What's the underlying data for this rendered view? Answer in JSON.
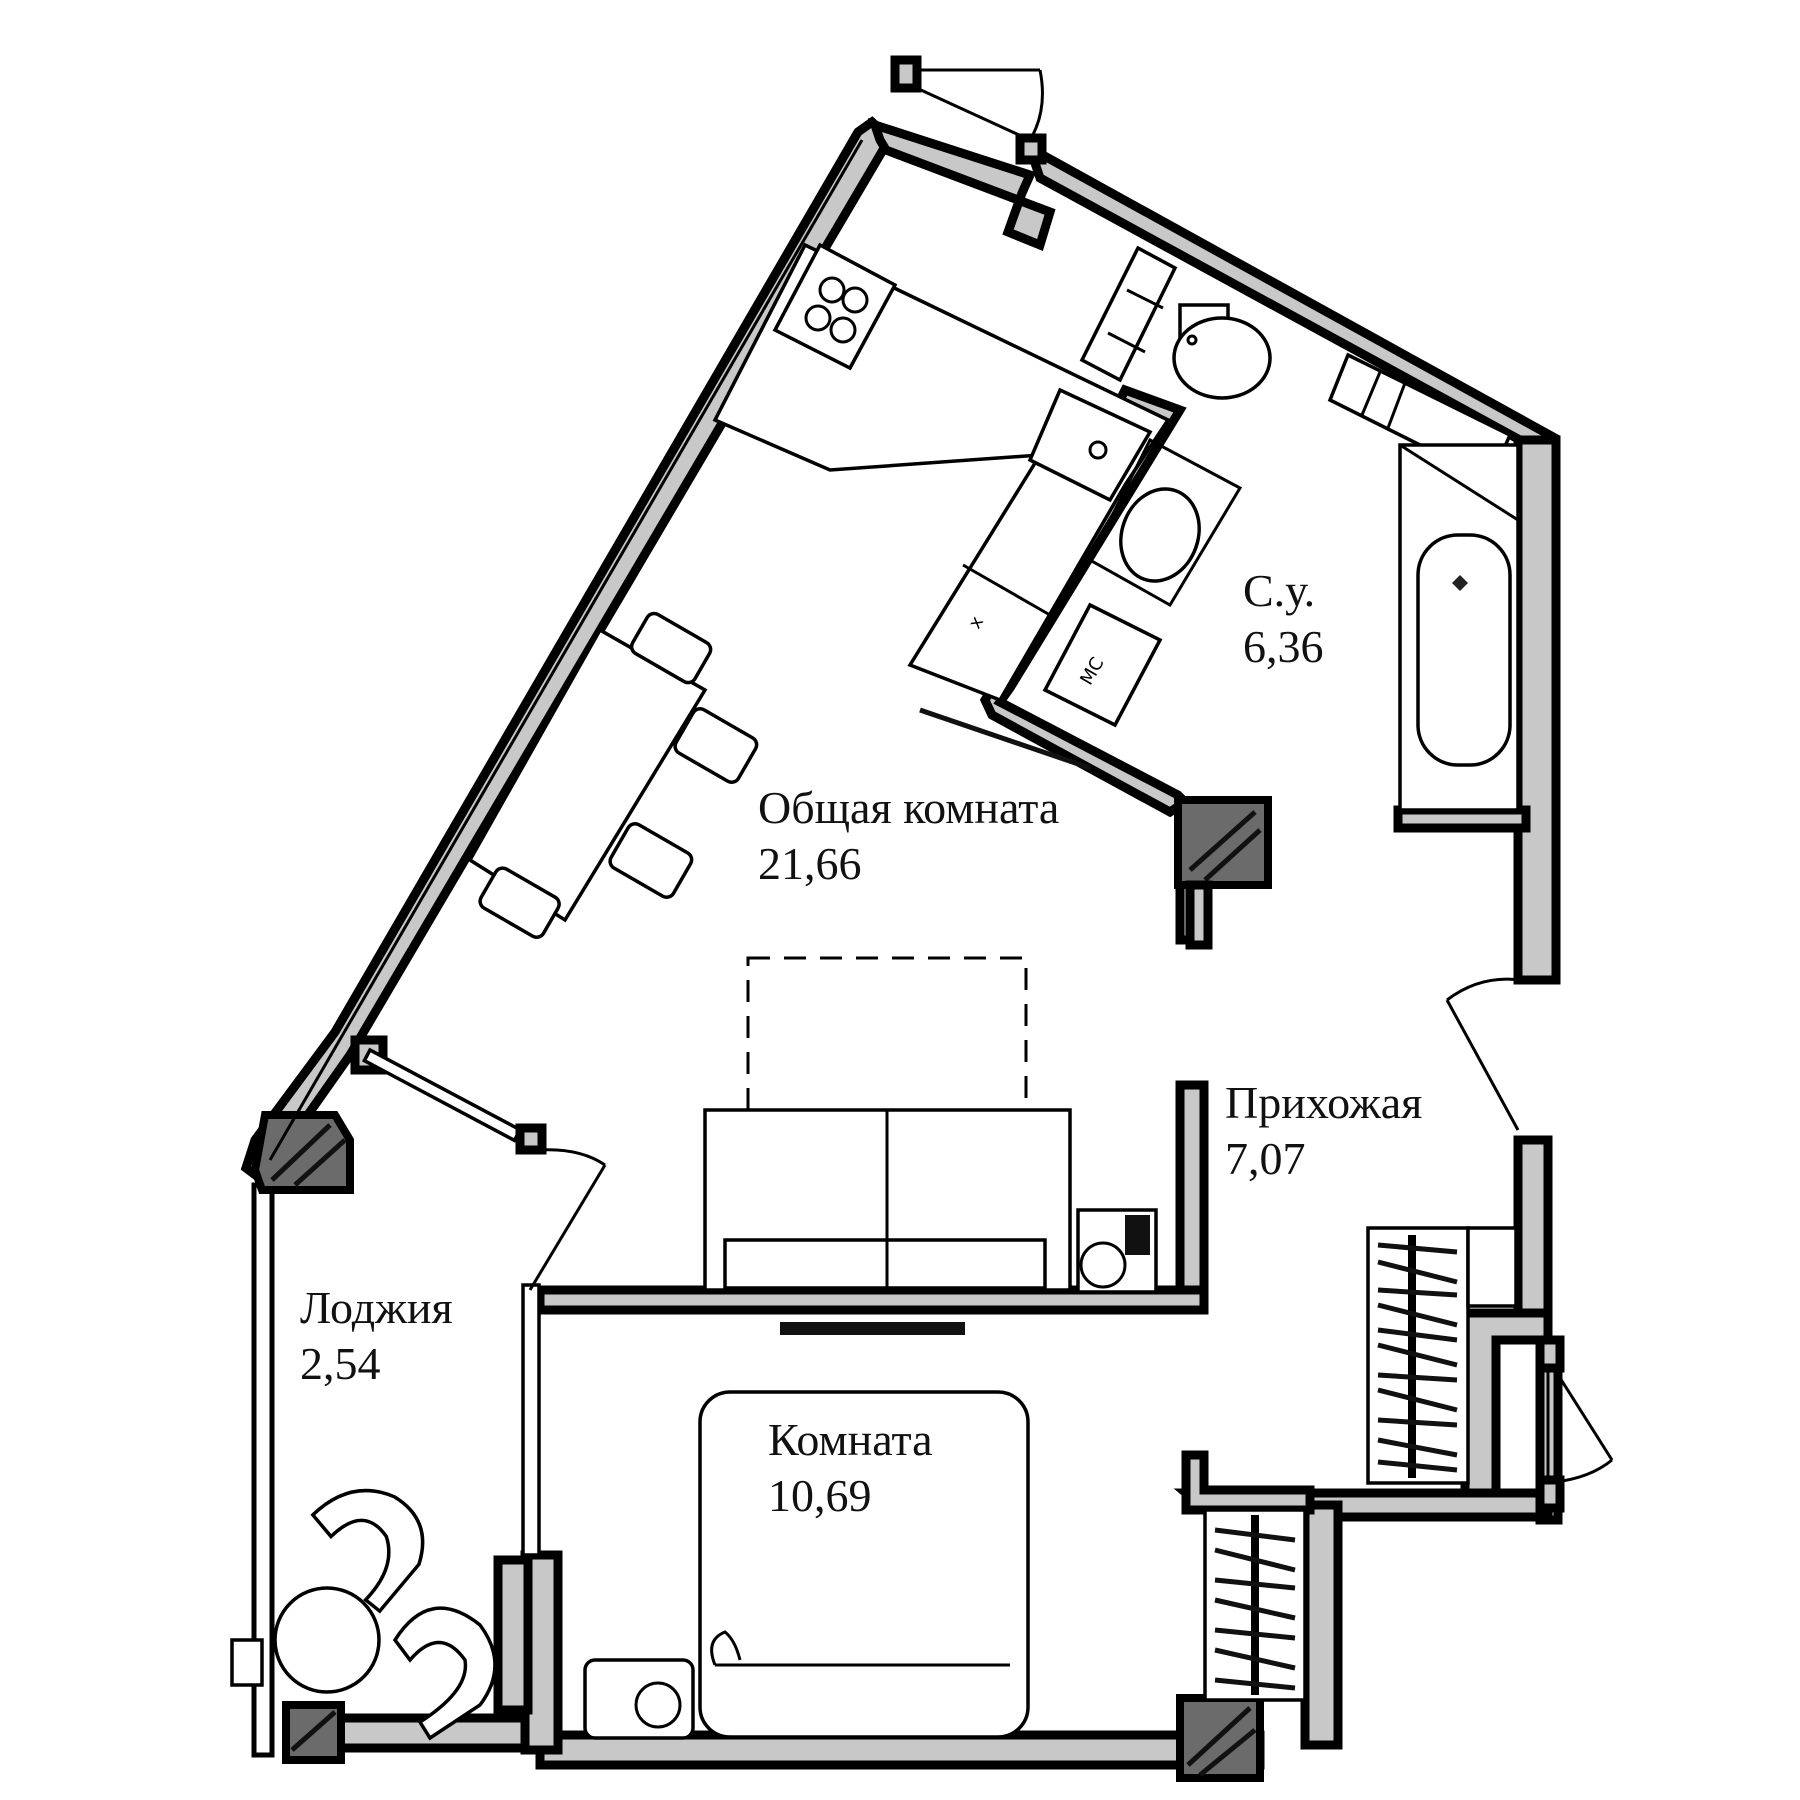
{
  "plan": {
    "background_color": "#ffffff",
    "wall_fill_color": "#c8c8c8",
    "wall_stroke_color": "#000000",
    "column_fill_color": "#6b6b6b",
    "rooms": [
      {
        "id": "living",
        "name": "Общая комната",
        "area": "21,66"
      },
      {
        "id": "bathroom",
        "name": "С.у.",
        "area": "6,36"
      },
      {
        "id": "hallway",
        "name": "Прихожая",
        "area": "7,07"
      },
      {
        "id": "loggia",
        "name": "Лоджия",
        "area": "2,54"
      },
      {
        "id": "bedroom",
        "name": "Комната",
        "area": "10,69"
      }
    ],
    "fixture_marks": {
      "fridge": "х",
      "washing_machine": "МС"
    }
  }
}
